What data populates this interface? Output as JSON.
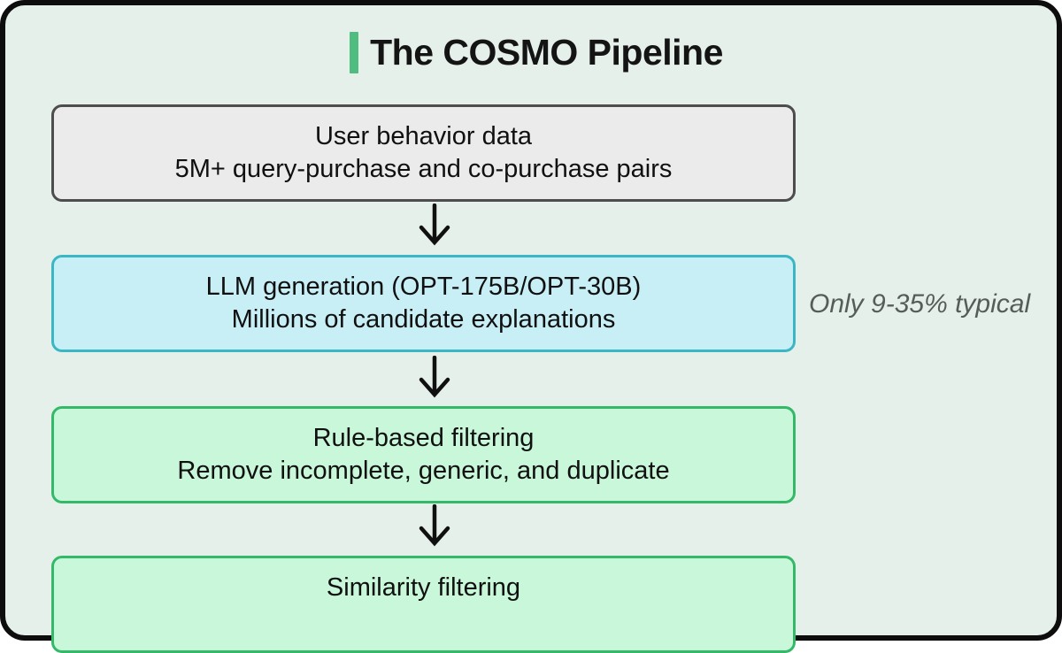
{
  "canvas": {
    "background": "#e6f0ea",
    "frame_border": "#0d0d0d",
    "arrow_color": "#101010"
  },
  "title": {
    "text": "The COSMO Pipeline",
    "accent_color": "#4fbc80"
  },
  "pipeline": {
    "steps": [
      {
        "name": "user-behavior-data",
        "line1": "User behavior data",
        "line2": "5M+ query-purchase and co-purchase pairs",
        "fill": "#ebebeb",
        "border": "#4d4d4d"
      },
      {
        "name": "llm-generation",
        "line1": "LLM generation (OPT-175B/OPT-30B)",
        "line2": "Millions of candidate explanations",
        "fill": "#c8eff6",
        "border": "#3ab6c4"
      },
      {
        "name": "rule-based-filtering",
        "line1": "Rule-based filtering",
        "line2": "Remove incomplete, generic, and duplicate",
        "fill": "#c9f7da",
        "border": "#33b968"
      },
      {
        "name": "similarity-filtering",
        "line1": "Similarity filtering",
        "fill": "#c9f7da",
        "border": "#33b968"
      }
    ],
    "annotation": {
      "text": "Only 9-35% typical",
      "color": "#565d59"
    }
  }
}
